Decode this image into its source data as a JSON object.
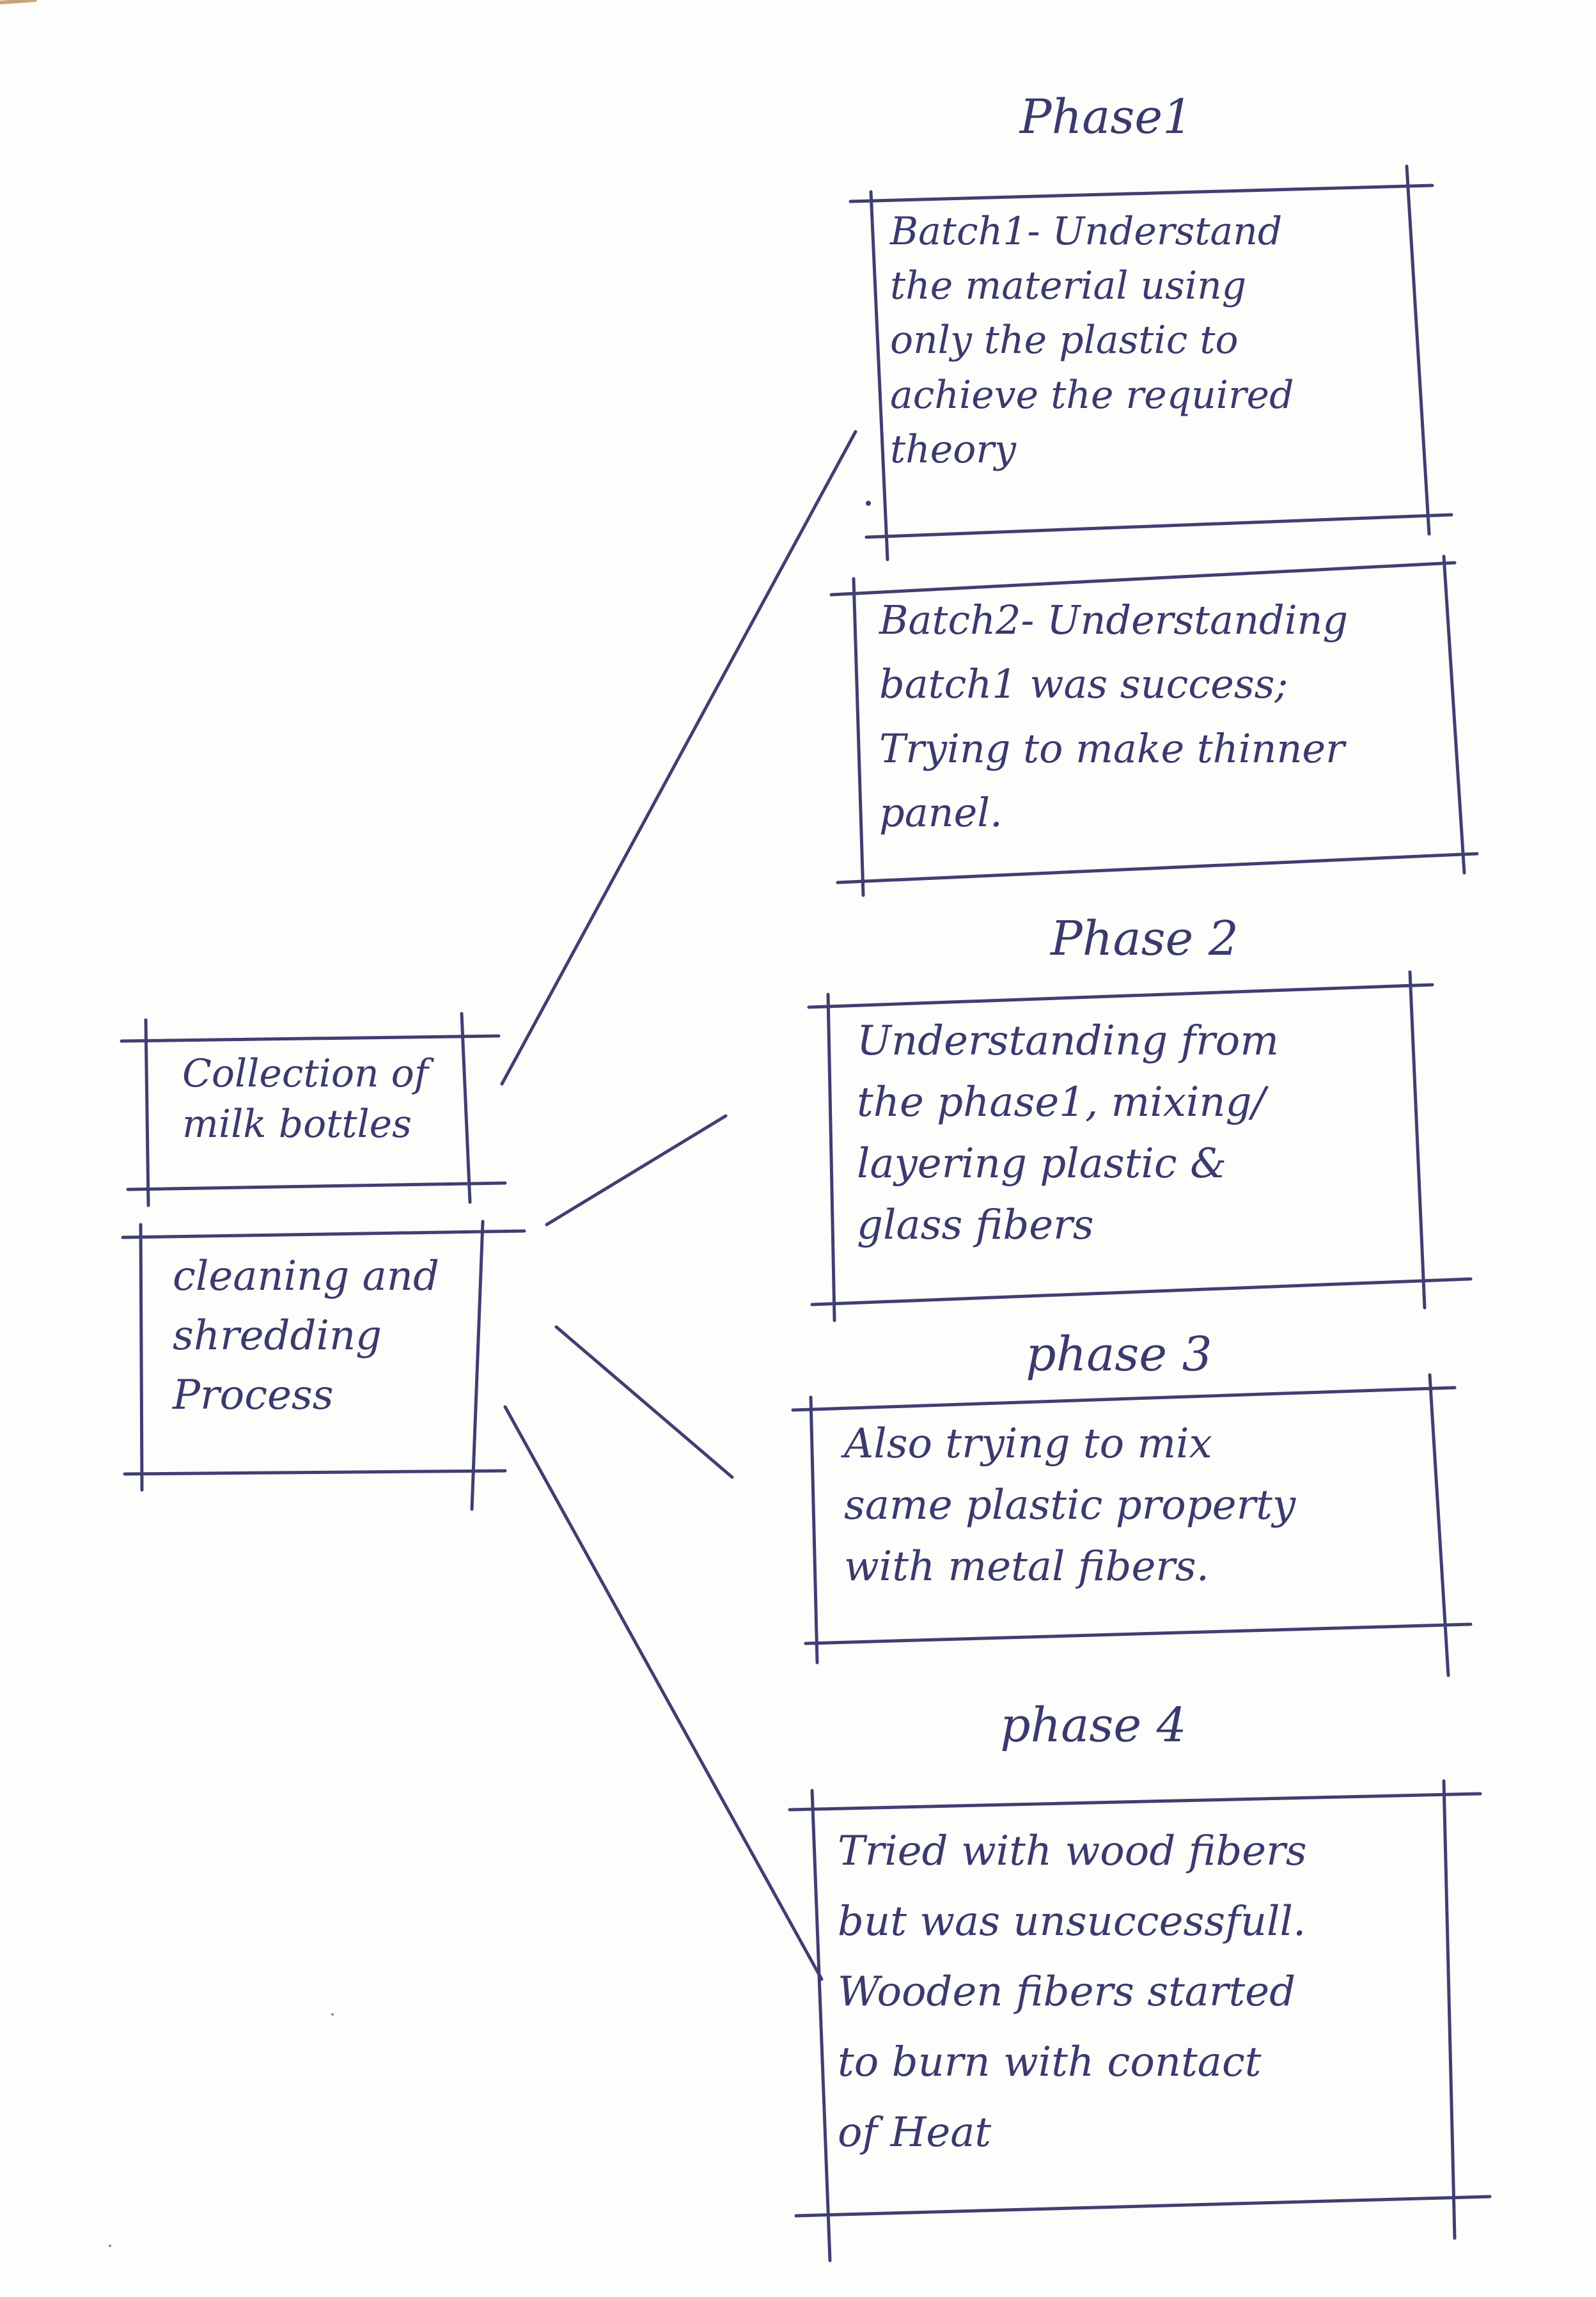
{
  "left_boxes": {
    "collection": "Collection of\nmilk bottles",
    "cleaning": "cleaning and\nshredding\nProcess"
  },
  "phase1": {
    "heading": "Phase1",
    "batch1": "Batch1- Understand\nthe material using\nonly the plastic to\nachieve the required\ntheory",
    "batch2": "Batch2- Understanding\nbatch1 was success;\nTrying to make thinner\npanel."
  },
  "phase2": {
    "heading": "Phase 2",
    "text": "Understanding from\nthe phase1, mixing/\nlayering plastic &\nglass fibers"
  },
  "phase3": {
    "heading": "phase 3",
    "text": "Also trying to mix\nsame plastic property\nwith metal fibers."
  },
  "phase4": {
    "heading": "phase 4",
    "text": "Tried with wood fibers\nbut was unsuccessfull.\nWooden fibers started\nto burn with contact\nof Heat"
  },
  "colors": {
    "ink": "#3a3a6e",
    "paper": "#fdfdfb"
  }
}
